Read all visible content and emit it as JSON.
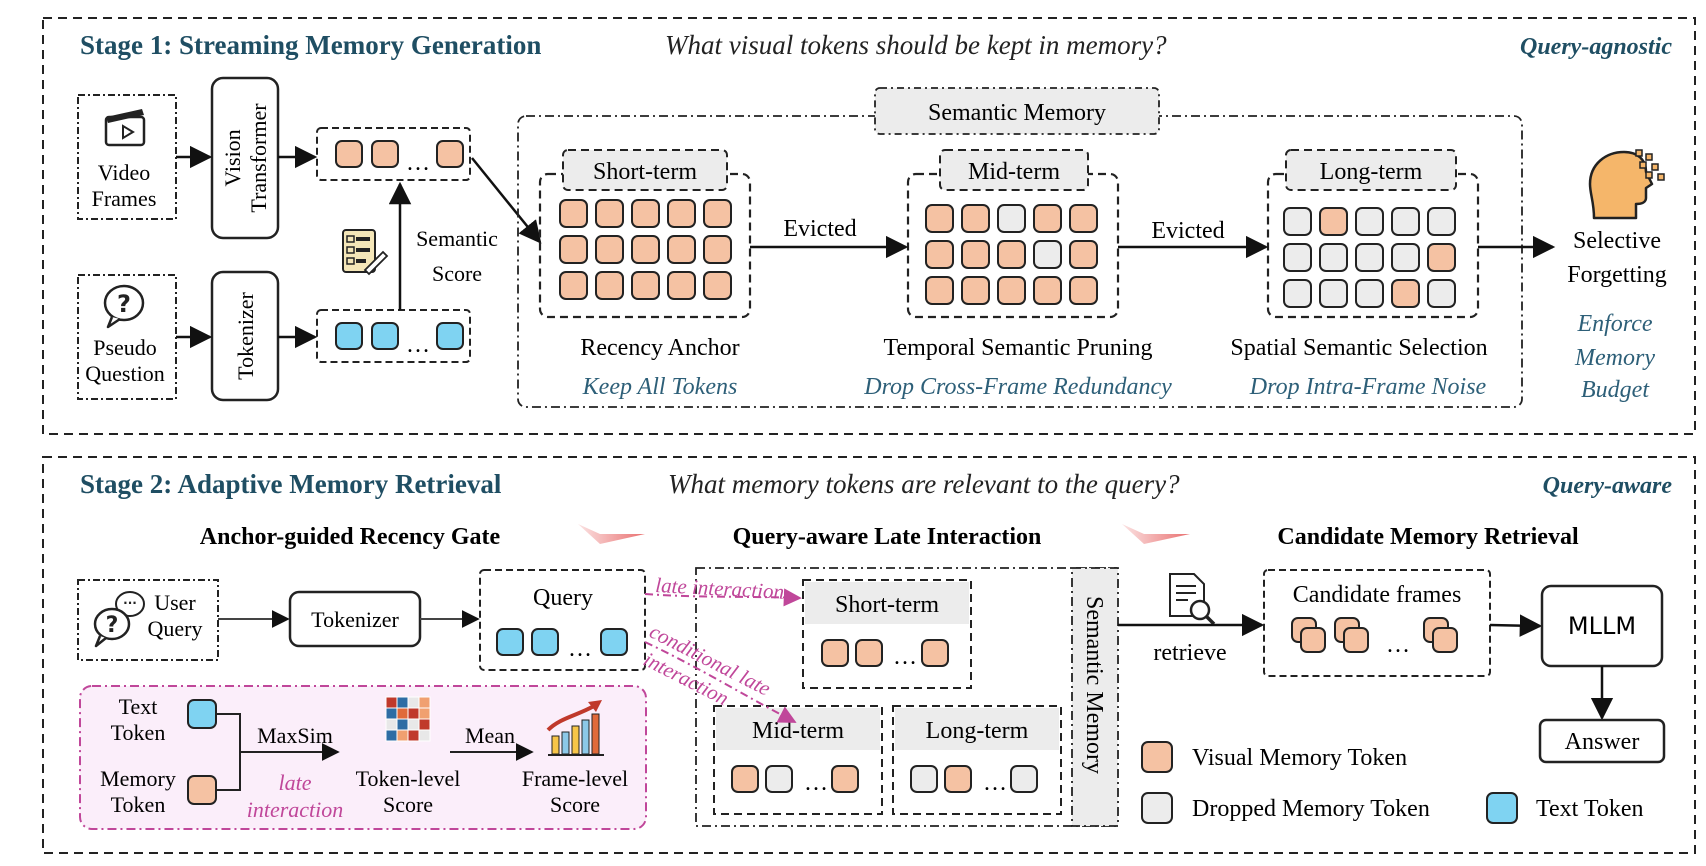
{
  "colors": {
    "heading": "#1f4e63",
    "italic_blue": "#2d5f78",
    "visual_token": "#f5c2a3",
    "dropped_token": "#ececec",
    "text_token": "#7fd3f2",
    "magenta": "#c0479a",
    "pink_panel": "#fbeefa",
    "gray_label": "#ececec",
    "arrow_pink": "#ee8c8c"
  },
  "stage1": {
    "title": "Stage 1: Streaming Memory Generation",
    "question": "What visual tokens should be kept in memory?",
    "tag": "Query-agnostic",
    "video_frames": [
      "Video",
      "Frames"
    ],
    "vision_transformer": [
      "Vision",
      "Transformer"
    ],
    "pseudo_question": [
      "Pseudo",
      "Question"
    ],
    "tokenizer": "Tokenizer",
    "semantic_score": [
      "Semantic",
      "Score"
    ],
    "ellipsis": "…",
    "semantic_memory": "Semantic Memory",
    "short_term": "Short-term",
    "mid_term": "Mid-term",
    "long_term": "Long-term",
    "evicted_1": "Evicted",
    "evicted_2": "Evicted",
    "recency_anchor": "Recency Anchor",
    "keep_all": "Keep All Tokens",
    "temporal_pruning": "Temporal Semantic Pruning",
    "drop_cross": "Drop Cross-Frame Redundancy",
    "spatial_selection": "Spatial Semantic Selection",
    "drop_intra": "Drop Intra-Frame Noise",
    "selective_forgetting": [
      "Selective",
      "Forgetting"
    ],
    "enforce_budget": [
      "Enforce",
      "Memory",
      "Budget"
    ],
    "mid_term_pattern": [
      [
        1,
        1,
        0,
        1,
        1
      ],
      [
        1,
        1,
        1,
        0,
        1
      ],
      [
        1,
        1,
        1,
        1,
        1
      ]
    ],
    "long_term_pattern": [
      [
        0,
        1,
        0,
        0,
        0
      ],
      [
        0,
        0,
        0,
        0,
        1
      ],
      [
        0,
        0,
        0,
        1,
        0
      ]
    ]
  },
  "stage2": {
    "title": "Stage 2: Adaptive Memory Retrieval",
    "question": "What memory tokens are relevant to the query?",
    "tag": "Query-aware",
    "anchor_gate": "Anchor-guided Recency Gate",
    "late_interaction_title": "Query-aware Late Interaction",
    "candidate_retrieval": "Candidate Memory Retrieval",
    "user_query": [
      "User",
      "Query"
    ],
    "tokenizer": "Tokenizer",
    "query": "Query",
    "ellipsis": "…",
    "text_token": [
      "Text",
      "Token"
    ],
    "memory_token": [
      "Memory",
      "Token"
    ],
    "maxsim": "MaxSim",
    "late_interaction": [
      "late",
      "interaction"
    ],
    "token_level_score": [
      "Token-level",
      "Score"
    ],
    "mean": "Mean",
    "frame_level_score": [
      "Frame-level",
      "Score"
    ],
    "late_interaction_arrow": "late interaction",
    "conditional_arrow": [
      "conditional late",
      "interaction"
    ],
    "short_term": "Short-term",
    "mid_term": "Mid-term",
    "long_term": "Long-term",
    "semantic_memory": "Semantic Memory",
    "retrieve": "retrieve",
    "candidate_frames": "Candidate frames",
    "mllm": "MLLM",
    "answer": "Answer",
    "legend_visual": "Visual Memory Token",
    "legend_dropped": "Dropped Memory Token",
    "legend_text": "Text Token"
  }
}
